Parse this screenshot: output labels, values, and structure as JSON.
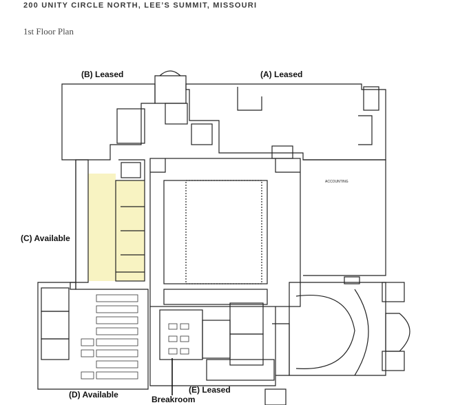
{
  "header": {
    "address": "200 UNITY CIRCLE NORTH, LEE’S SUMMIT, MISSOURI",
    "floor_title": "1st Floor Plan"
  },
  "areas": {
    "b_leased": "(B) Leased",
    "a_leased": "(A) Leased",
    "c_available": "(C) Available",
    "d_available": "(D) Available",
    "breakroom": "Breakroom",
    "e_leased": "(E) Leased"
  },
  "room_labels": {
    "accounting": "ACCOUNTING"
  },
  "colors": {
    "available_highlight": "#f8f3c2",
    "wall": "#222222"
  }
}
